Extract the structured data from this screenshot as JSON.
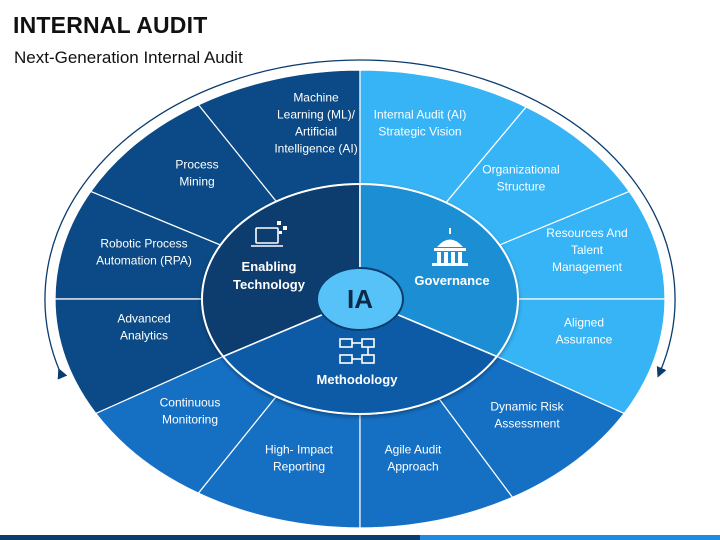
{
  "header": {
    "title": "INTERNAL AUDIT",
    "subtitle": "Next-Generation Internal Audit"
  },
  "center": {
    "label": "IA"
  },
  "pillars": {
    "technology": {
      "label_lines": [
        "Enabling",
        "Technology"
      ],
      "icon": "computer-icon"
    },
    "governance": {
      "label_lines": [
        "Governance"
      ],
      "icon": "government-building-icon"
    },
    "methodology": {
      "label_lines": [
        "Methodology"
      ],
      "icon": "workflow-icon"
    }
  },
  "segments": [
    {
      "lines": [
        "Machine",
        "Learning (ML)/",
        "Artificial",
        "Intelligence (AI)"
      ],
      "group": "technology"
    },
    {
      "lines": [
        "Process",
        "Mining"
      ],
      "group": "technology"
    },
    {
      "lines": [
        "Robotic Process",
        "Automation (RPA)"
      ],
      "group": "technology"
    },
    {
      "lines": [
        "Advanced",
        "Analytics"
      ],
      "group": "technology"
    },
    {
      "lines": [
        "Internal Audit (AI)",
        "Strategic Vision"
      ],
      "group": "governance"
    },
    {
      "lines": [
        "Organizational",
        "Structure"
      ],
      "group": "governance"
    },
    {
      "lines": [
        "Resources And",
        "Talent",
        "Management"
      ],
      "group": "governance"
    },
    {
      "lines": [
        "Aligned",
        "Assurance"
      ],
      "group": "governance"
    },
    {
      "lines": [
        "Continuous",
        "Monitoring"
      ],
      "group": "methodology"
    },
    {
      "lines": [
        "High- Impact",
        "Reporting"
      ],
      "group": "methodology"
    },
    {
      "lines": [
        "Agile Audit",
        "Approach"
      ],
      "group": "methodology"
    },
    {
      "lines": [
        "Dynamic Risk",
        "Assessment"
      ],
      "group": "methodology"
    }
  ],
  "colors": {
    "technology_outer": "#0b4a86",
    "technology_inner": "#0a3c6e",
    "governance_outer": "#36b4f5",
    "governance_inner": "#1f8fd4",
    "methodology_outer": "#1570c4",
    "methodology_inner": "#0f5aa6",
    "center": "#57c2f7",
    "divider": "#ffffff"
  }
}
